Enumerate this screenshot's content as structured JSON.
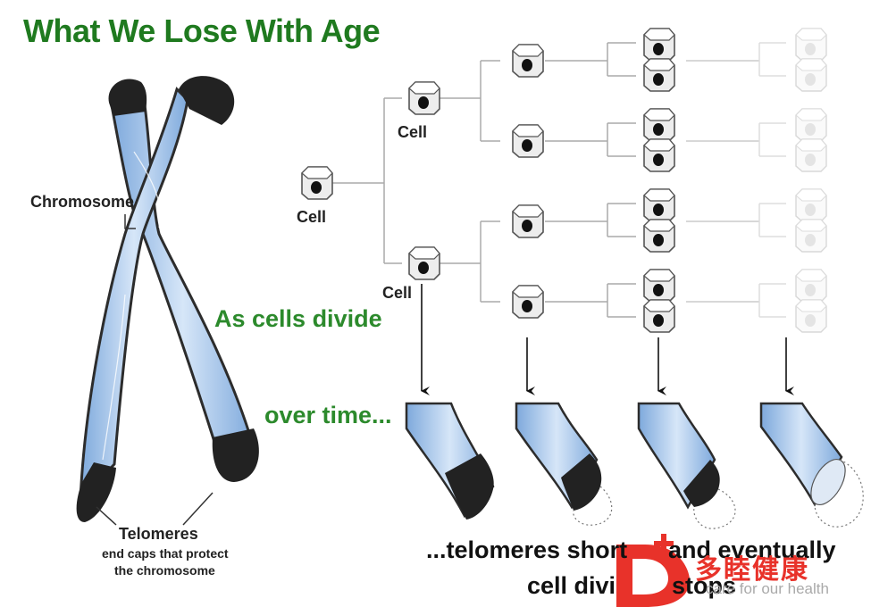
{
  "title": "What We Lose With Age",
  "chromosome_label": "Chromosome",
  "cell_labels": [
    "Cell",
    "Cell",
    "Cell"
  ],
  "as_cells_divide": "As cells divide",
  "over_time": "over time...",
  "telomeres_label": "Telomeres",
  "telomeres_desc_1": "end caps that protect",
  "telomeres_desc_2": "the chromosome",
  "caption_line_1": "...telomeres short",
  "caption_line_1b": "and eventually",
  "caption_line_2": "cell divi",
  "caption_line_2b": "stops",
  "watermark": {
    "logo": "D",
    "cn_text": "多睦健康",
    "en_text": "care for our health",
    "color": "#e8322a"
  },
  "colors": {
    "title_green": "#1f7a1f",
    "chromatid_blue": "#a9c8ec",
    "telomere_black": "#222222"
  }
}
